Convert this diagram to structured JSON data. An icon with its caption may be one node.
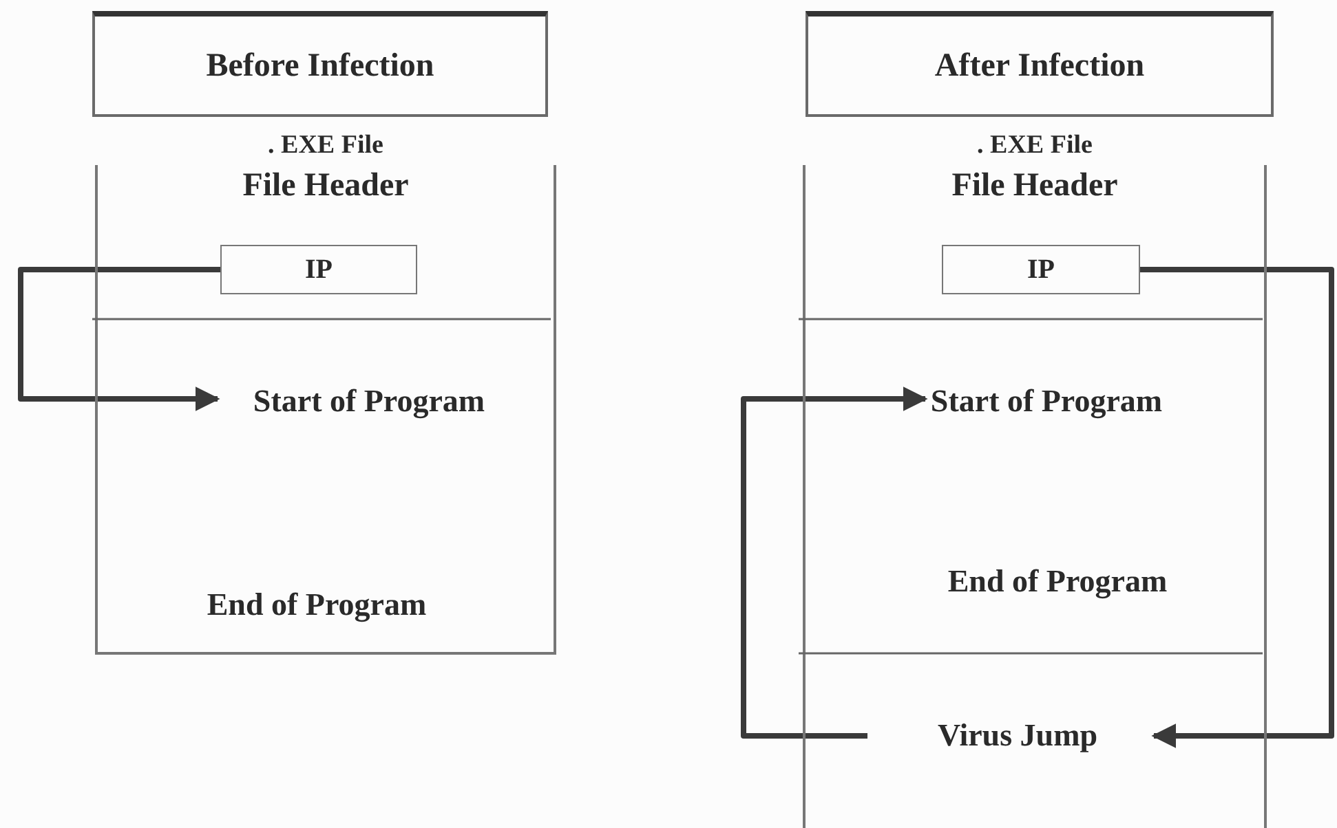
{
  "diagram": {
    "nodes": [
      {
        "text": [
          "Before Infection"
        ]
      },
      {
        "text": [
          ". EXE File"
        ]
      },
      {
        "text": [
          "File Header"
        ],
        "in": 1
      },
      {
        "text": [
          "IP"
        ],
        "in": 1
      },
      {
        "text": [
          "Start of Program"
        ],
        "in": 1
      },
      {
        "text": [
          "End of Program"
        ],
        "in": 1
      },
      {
        "text": [
          "After Infection"
        ]
      },
      {
        "text": [
          ". EXE File"
        ]
      },
      {
        "text": [
          "File Header"
        ],
        "in": 7
      },
      {
        "text": [
          "IP"
        ],
        "in": 7
      },
      {
        "text": [
          "Start of Program"
        ],
        "in": 7
      },
      {
        "text": [
          "End of Program"
        ],
        "in": 7
      },
      {
        "text": [
          "Virus Jump"
        ],
        "in": 7
      }
    ],
    "edges": [
      {
        "from": 3,
        "to": 4,
        "arrow": "to"
      },
      {
        "from": 9,
        "to": 12,
        "arrow": "to"
      },
      {
        "from": 12,
        "to": 10,
        "arrow": "to"
      }
    ]
  }
}
